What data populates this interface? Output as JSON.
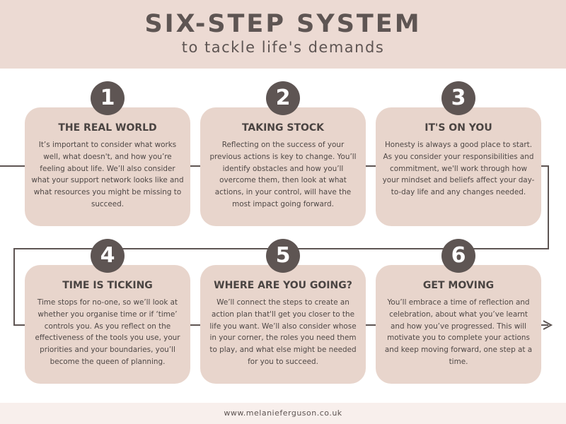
{
  "header": {
    "title": "SIX-STEP SYSTEM",
    "subtitle": "to tackle life's demands"
  },
  "steps": [
    {
      "number": "1",
      "title": "THE REAL WORLD",
      "text": "It’s important to consider what works well, what doesn't, and how you’re feeling about life. We’ll also consider what your support network looks like and what resources you might be missing to succeed."
    },
    {
      "number": "2",
      "title": "TAKING STOCK",
      "text": "Reflecting on the success of your previous actions is key to change. You’ll identify obstacles and how you’ll overcome them, then look at what actions, in your control, will have the most impact going forward."
    },
    {
      "number": "3",
      "title": "IT'S ON YOU",
      "text": "Honesty is always a good place to start. As you consider your responsibilities and commitment, we'll work through how your mindset and beliefs affect your day-to-day life and any changes needed."
    },
    {
      "number": "4",
      "title": "TIME IS TICKING",
      "text": "Time stops for no-one, so we’ll look at whether you organise time or if ‘time’ controls you. As you reflect on the effectiveness of the tools you use, your priorities and your boundaries, you’ll become the queen of planning."
    },
    {
      "number": "5",
      "title": "WHERE ARE YOU GOING?",
      "text": "We’ll connect the steps to create an action plan that'll get you closer to the life you want. We’ll also consider whose in your corner, the roles you need them to play, and what else might be needed for you to succeed."
    },
    {
      "number": "6",
      "title": "GET MOVING",
      "text": "You’ll embrace a time of reflection and celebration, about what you’ve learnt and how you’ve progressed. This will motivate you to complete your actions and keep moving forward, one step at a time."
    }
  ],
  "footer": {
    "url": "www.melanieferguson.co.uk"
  },
  "colors": {
    "header_bg": "#ecdad3",
    "card_bg": "#e8d5cc",
    "dark": "#5e5553",
    "footer_bg": "#f8efec"
  }
}
